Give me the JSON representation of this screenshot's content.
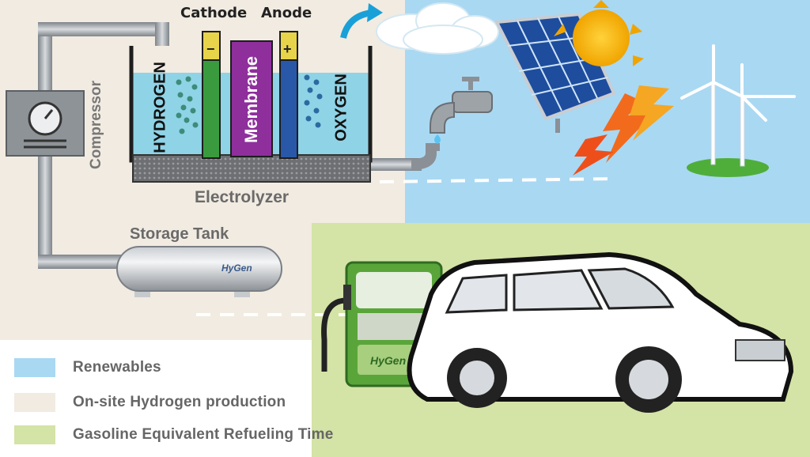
{
  "diagram": {
    "electrolyzer": {
      "cathode_label": "Cathode",
      "anode_label": "Anode",
      "hydrogen_label": "HYDROGEN",
      "membrane_label": "Membrane",
      "oxygen_label": "OXYGEN",
      "minus_sign": "−",
      "plus_sign": "+",
      "name": "Electrolyzer"
    },
    "compressor_label": "Compressor",
    "storage_tank_label": "Storage Tank",
    "tank_brand": "HyGen",
    "pump_brand": "HyGen"
  },
  "legend": {
    "items": [
      {
        "label": "Renewables",
        "color": "#a9d8f3"
      },
      {
        "label": "On-site Hydrogen production",
        "color": "#f1ebe1"
      },
      {
        "label": "Gasoline Equivalent Refueling Time",
        "color": "#d4e3a6"
      }
    ]
  },
  "colors": {
    "water": "#8fd3e6",
    "membrane": "#8e2f9c",
    "cathode": "#3a9b3e",
    "anode": "#2a58a8",
    "pipe": "#9aa0a6",
    "pump": "#5aa53a"
  }
}
